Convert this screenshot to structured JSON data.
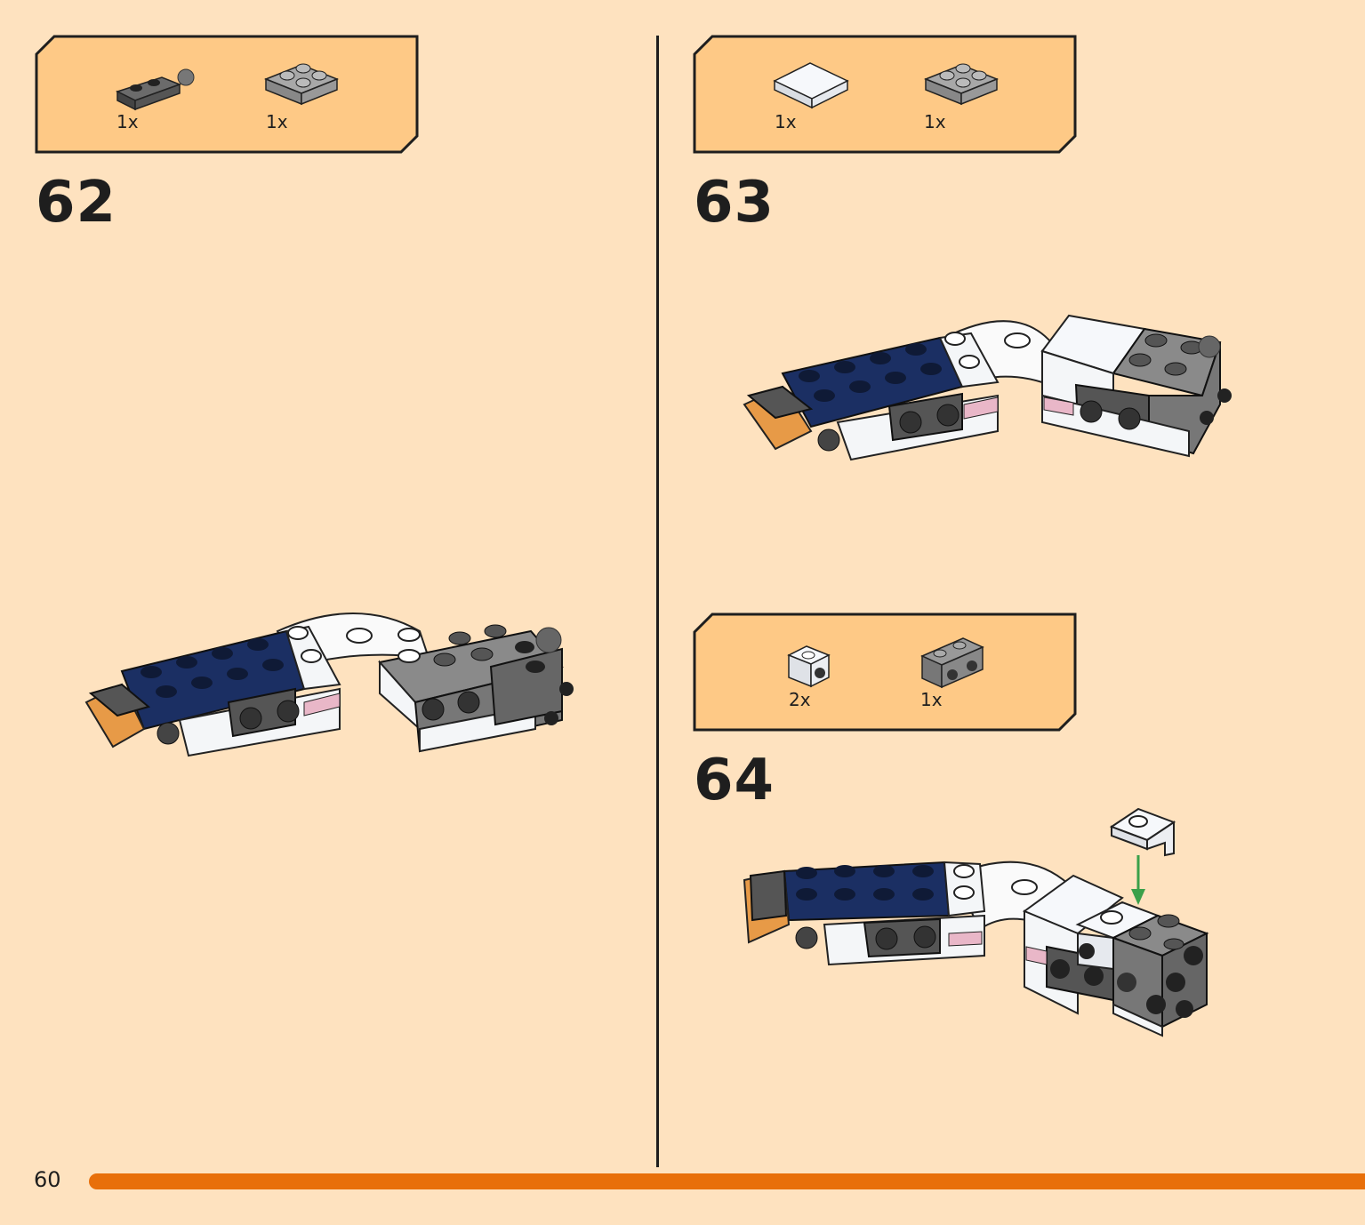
{
  "steps": [
    {
      "number": "62",
      "parts": [
        {
          "name": "dark-gray-plate-with-ball-icon",
          "count": "1x"
        },
        {
          "name": "gray-2x2-plate-icon",
          "count": "1x"
        }
      ]
    },
    {
      "number": "63",
      "parts": [
        {
          "name": "white-2x2-tile-icon",
          "count": "1x"
        },
        {
          "name": "gray-2x2-plate-icon",
          "count": "1x"
        }
      ]
    },
    {
      "number": "64",
      "parts": [
        {
          "name": "white-bracket-1x1-icon",
          "count": "2x"
        },
        {
          "name": "gray-bracket-1x2-icon",
          "count": "1x"
        }
      ]
    }
  ],
  "page": {
    "number": "60"
  },
  "colors": {
    "background": "#fee2bf",
    "parts_box": "#fec986",
    "accent_bar": "#e86f0a",
    "brick_blue": "#1b2f63",
    "brick_gray": "#8a8a8a",
    "brick_dark": "#555555",
    "brick_white": "#f4f6f8"
  }
}
